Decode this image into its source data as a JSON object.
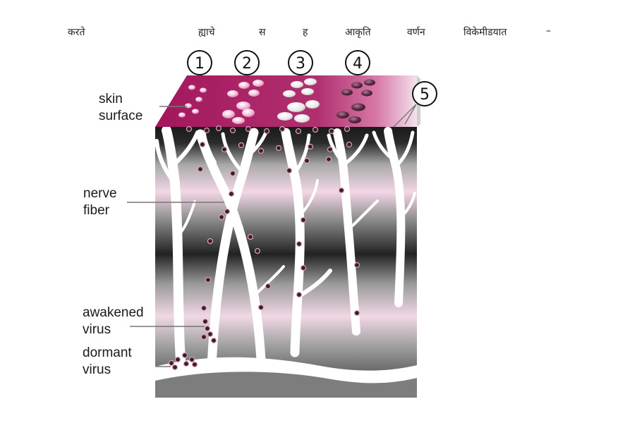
{
  "header": {
    "words": [
      "करते",
      "ह्याचे",
      "स",
      "ह",
      "आकृति",
      "वर्णन",
      "विकेमीडयात",
      "–"
    ]
  },
  "labels": {
    "skin_surface": [
      "skin",
      "surface"
    ],
    "nerve_fiber": [
      "nerve",
      "fiber"
    ],
    "awakened_virus": [
      "awakened",
      "virus"
    ],
    "dormant_virus": [
      "dormant",
      "virus"
    ]
  },
  "stages": [
    "1",
    "2",
    "3",
    "4",
    "5"
  ],
  "colors": {
    "skin": "#a3175d",
    "skin_light": "#e9a9c9",
    "band_dark": "#1f1f1f",
    "band_pink": "#f3d6e6",
    "nerve": "#ffffff",
    "virus": "#3e1a2a",
    "base": "#7d7d7d"
  }
}
